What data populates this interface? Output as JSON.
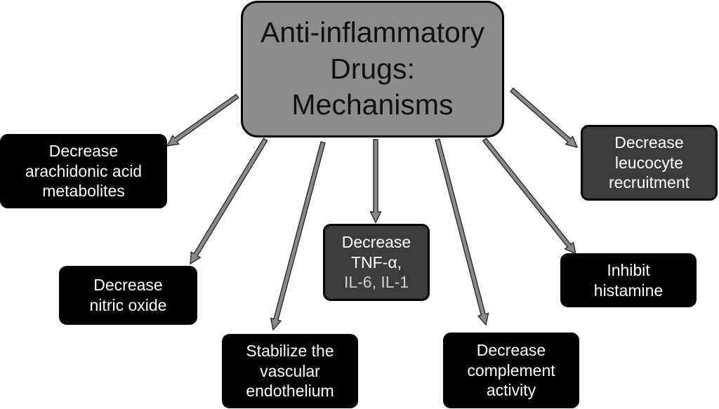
{
  "center": {
    "label": "Anti-inflammatory\nDrugs:\nMechanisms"
  },
  "nodes": {
    "arachidonic": {
      "label": "Decrease\narachidonic acid\nmetabolites"
    },
    "nitric": {
      "label": "Decrease\nnitric oxide"
    },
    "vascular": {
      "label": "Stabilize the\nvascular\nendothelium"
    },
    "tnf": {
      "line1": "Decrease",
      "line2": "TNF-α,",
      "line3": "IL-6, IL-1"
    },
    "complement": {
      "label": "Decrease\ncomplement\nactivity"
    },
    "histamine": {
      "label": "Inhibit\nhistamine"
    },
    "leucocyte": {
      "label": "Decrease\nleucocyte\nrecruitment"
    }
  },
  "colors": {
    "center_fill": "#8c8c8c",
    "node_black": "#000000",
    "node_gray": "#3c3c3c",
    "arrow_fill": "#8a8a8a",
    "arrow_stroke": "#2a2a2a"
  }
}
